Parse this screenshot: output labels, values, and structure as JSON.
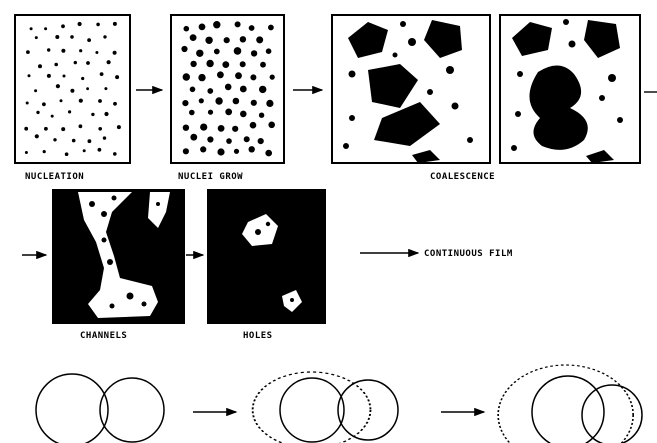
{
  "stages": {
    "nucleation": "NUCLEATION",
    "nuclei_grow": "NUCLEI GROW",
    "coalescence": "COALESCENCE",
    "channels": "CHANNELS",
    "holes": "HOLES",
    "continuous_film": "CONTINUOUS FILM"
  }
}
